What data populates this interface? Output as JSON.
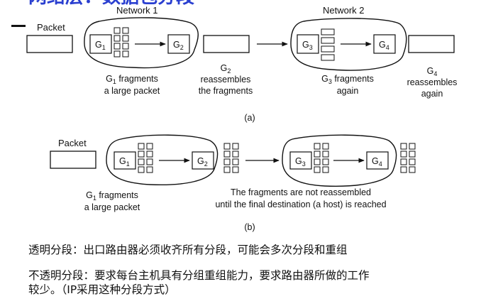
{
  "header_partial": "网络层：数据包分段",
  "diagram_a": {
    "network1": "Network 1",
    "network2": "Network 2",
    "packet": "Packet",
    "g1": {
      "letter": "G",
      "sub": "1"
    },
    "g2": {
      "letter": "G",
      "sub": "2"
    },
    "g3": {
      "letter": "G",
      "sub": "3"
    },
    "g4": {
      "letter": "G",
      "sub": "4"
    },
    "cap_g1": {
      "line1_pre": "G",
      "line1_sub": "1",
      "line1_post": " fragments",
      "line2": "a large packet"
    },
    "cap_g2": {
      "line1_pre": "G",
      "line1_sub": "2",
      "line2": "reassembles",
      "line3": "the fragments"
    },
    "cap_g3": {
      "line1_pre": "G",
      "line1_sub": "3",
      "line1_post": " fragments",
      "line2": "again"
    },
    "cap_g4": {
      "line1_pre": "G",
      "line1_sub": "4",
      "line2": "reassembles",
      "line3": "again"
    },
    "label": "(a)"
  },
  "diagram_b": {
    "packet": "Packet",
    "g1": {
      "letter": "G",
      "sub": "1"
    },
    "g2": {
      "letter": "G",
      "sub": "2"
    },
    "g3": {
      "letter": "G",
      "sub": "3"
    },
    "g4": {
      "letter": "G",
      "sub": "4"
    },
    "cap_g1": {
      "line1_pre": "G",
      "line1_sub": "1",
      "line1_post": " fragments",
      "line2": "a large packet"
    },
    "cap_main": {
      "line1": "The fragments are not reassembled",
      "line2": "until the final destination (a host) is reached"
    },
    "label": "(b)"
  },
  "text": {
    "transparent": "透明分段：出口路由器必须收齐所有分段，可能会多次分段和重组",
    "nontransparent_line1": "不透明分段：要求每台主机具有分组重组能力，要求路由器所做的工作",
    "nontransparent_line2": "较少。（IP采用这种分段方式）"
  }
}
